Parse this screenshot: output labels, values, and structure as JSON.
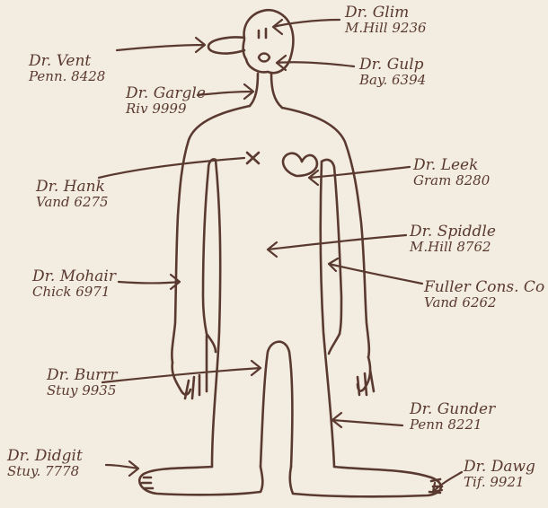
{
  "ink_color": "#5a3a30",
  "paper_color": "#f3ece0",
  "labels": [
    {
      "id": "glim",
      "name": "Dr. Glim",
      "phone": "M.Hill 9236"
    },
    {
      "id": "vent",
      "name": "Dr. Vent",
      "phone": "Penn. 8428"
    },
    {
      "id": "gulp",
      "name": "Dr. Gulp",
      "phone": "Bay. 6394"
    },
    {
      "id": "gargle",
      "name": "Dr. Gargle",
      "phone": "Riv 9999"
    },
    {
      "id": "hank",
      "name": "Dr. Hank",
      "phone": "Vand 6275"
    },
    {
      "id": "leek",
      "name": "Dr. Leek",
      "phone": "Gram 8280"
    },
    {
      "id": "spiddle",
      "name": "Dr. Spiddle",
      "phone": "M.Hill 8762"
    },
    {
      "id": "mohair",
      "name": "Dr. Mohair",
      "phone": "Chick 6971"
    },
    {
      "id": "fuller",
      "name": "Fuller Cons. Co",
      "phone": "Vand 6262"
    },
    {
      "id": "burrr",
      "name": "Dr. Burrr",
      "phone": "Stuy 9935"
    },
    {
      "id": "gunder",
      "name": "Dr. Gunder",
      "phone": "Penn 8221"
    },
    {
      "id": "didgit",
      "name": "Dr. Didgit",
      "phone": "Stuy. 7778"
    },
    {
      "id": "dawg",
      "name": "Dr. Dawg",
      "phone": "Tif. 9921"
    }
  ]
}
